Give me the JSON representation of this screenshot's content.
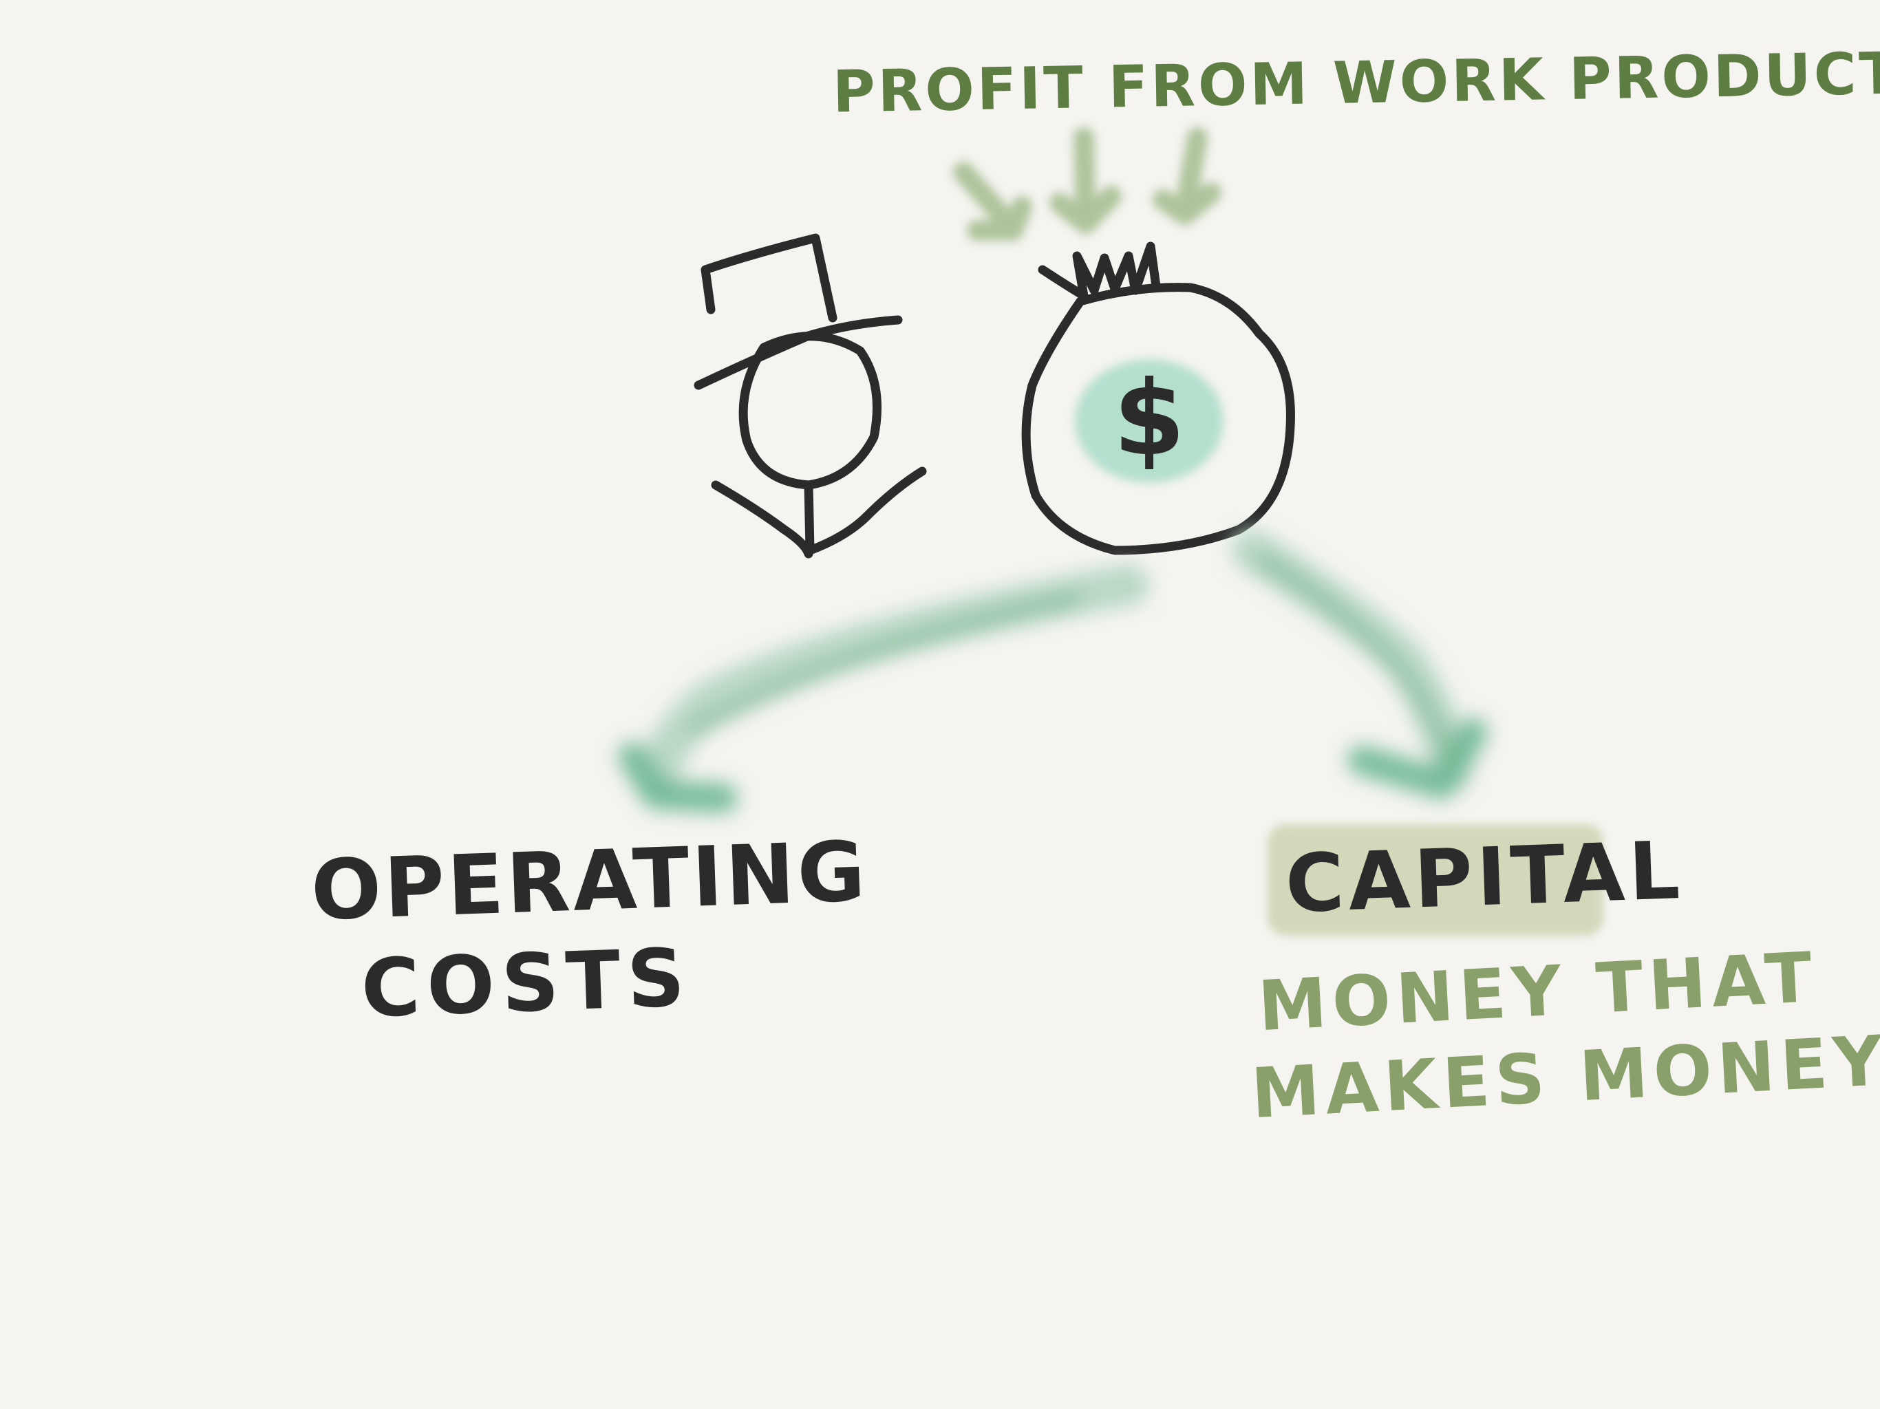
{
  "colors": {
    "background": "#f5f4f0",
    "ink": "#2b2b2b",
    "dark_green": "#5e7d43",
    "light_green": "#8aa06a",
    "arrow_green": "#7fb999",
    "highlight": "#b7c391",
    "dollar_splash": "#7fcfb2"
  },
  "diagram": {
    "top_label": "Profit from work product",
    "left_label_line1": "Operating",
    "left_label_line2": "Costs",
    "right_label": "Capital",
    "right_sub_line1": "Money that",
    "right_sub_line2": "makes money",
    "money_bag_symbol": "$",
    "icons": [
      "man-with-top-hat-icon",
      "money-bag-icon"
    ]
  }
}
